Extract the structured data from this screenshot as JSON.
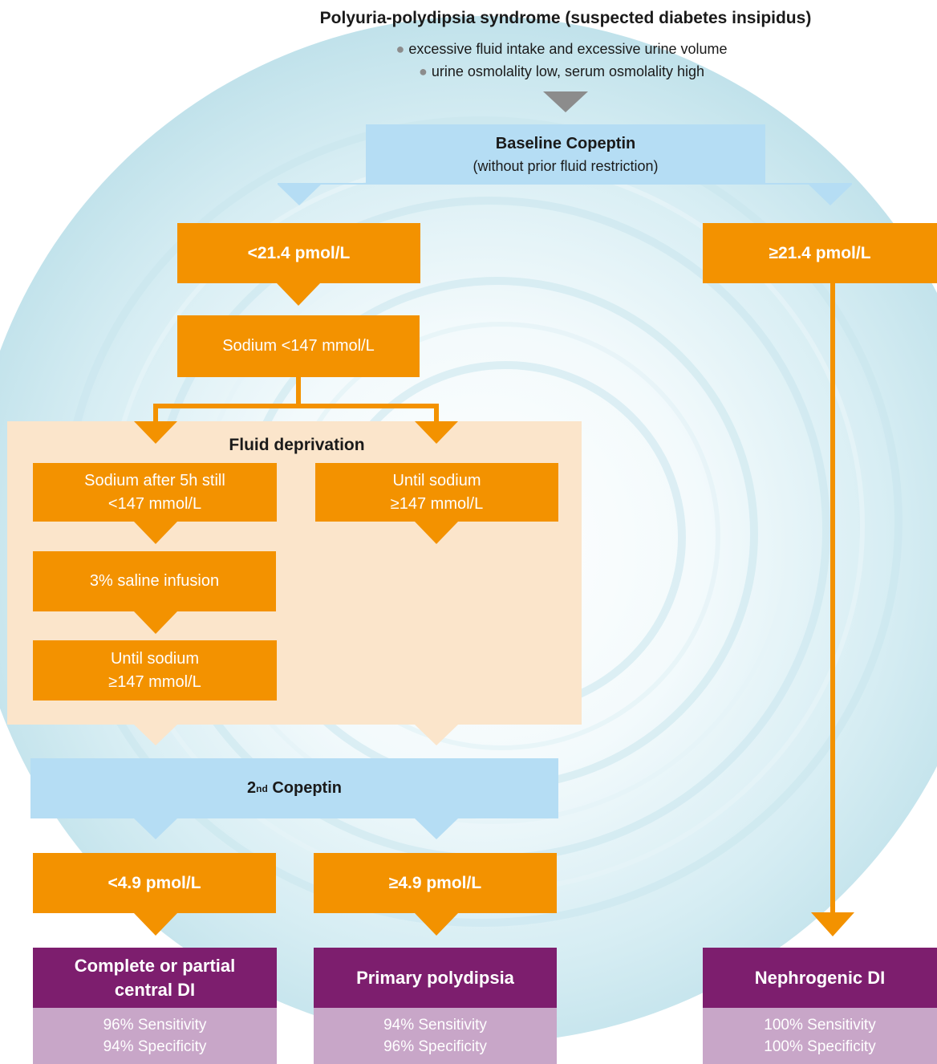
{
  "title": "Polyuria-polydipsia syndrome (suspected diabetes insipidus)",
  "bullets": [
    "excessive fluid intake and excessive urine volume",
    "urine osmolality low, serum osmolality high"
  ],
  "baseline": {
    "title": "Baseline Copeptin",
    "subtitle": "(without prior fluid restriction)"
  },
  "low_baseline": "<21.4 pmol/L",
  "high_baseline": "≥21.4 pmol/L",
  "sodium_check": "Sodium <147 mmol/L",
  "fluid_deprivation": {
    "title": "Fluid deprivation",
    "left_step1_line1": "Sodium after 5h still",
    "left_step1_line2": "<147 mmol/L",
    "left_step2": "3% saline infusion",
    "left_step3_line1": "Until sodium",
    "left_step3_line2": "≥147 mmol/L",
    "right_step1_line1": "Until sodium",
    "right_step1_line2": "≥147 mmol/L"
  },
  "second_copeptin": {
    "prefix": "2",
    "superscript": "nd",
    "suffix": " Copeptin"
  },
  "low_second": "<4.9 pmol/L",
  "high_second": "≥4.9 pmol/L",
  "outcomes": [
    {
      "name_line1": "Complete or partial",
      "name_line2": "central DI",
      "sensitivity": "96% Sensitivity",
      "specificity": "94% Specificity"
    },
    {
      "name_line1": "Primary polydipsia",
      "name_line2": "",
      "sensitivity": "94% Sensitivity",
      "specificity": "96% Specificity"
    },
    {
      "name_line1": "Nephrogenic DI",
      "name_line2": "",
      "sensitivity": "100% Sensitivity",
      "specificity": "100% Specificity"
    }
  ],
  "colors": {
    "orange": "#f39200",
    "blue": "#b5ddf4",
    "purple": "#7d1e6e",
    "lilac": "#c8a6c8",
    "peach": "#fbe5cb",
    "grey_arrow": "#8c8c8c"
  }
}
